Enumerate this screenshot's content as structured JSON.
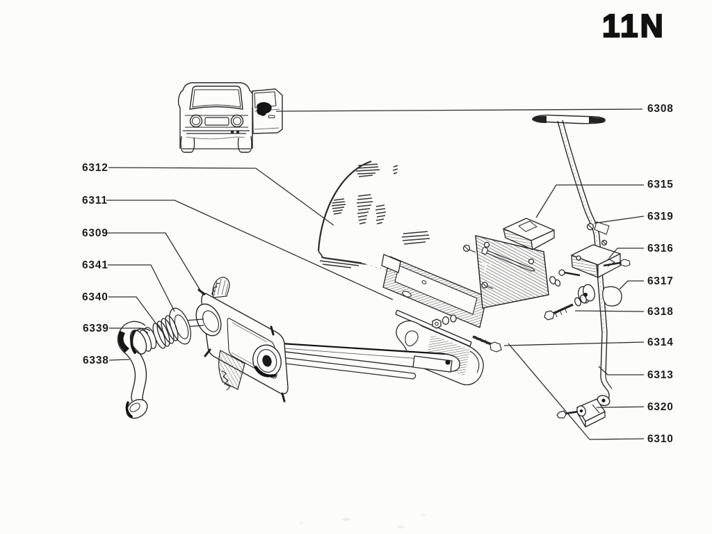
{
  "page": {
    "code": "11N",
    "background_color": "#fcfcfb",
    "ink_color": "#1f1f1f"
  },
  "figure": {
    "alt": "Exploded parts diagram of a door window: glass, lower channels, window regulator with crank handle and washers, vertical guide rail with clamps, rollers and bolts; small front view of the car with open door at top left",
    "callouts": {
      "left": [
        {
          "part": "6312"
        },
        {
          "part": "6311"
        },
        {
          "part": "6309"
        },
        {
          "part": "6341"
        },
        {
          "part": "6340"
        },
        {
          "part": "6339"
        },
        {
          "part": "6338"
        }
      ],
      "right": [
        {
          "part": "6308"
        },
        {
          "part": "6315"
        },
        {
          "part": "6319"
        },
        {
          "part": "6316"
        },
        {
          "part": "6317"
        },
        {
          "part": "6318"
        },
        {
          "part": "6314"
        },
        {
          "part": "6313"
        },
        {
          "part": "6320"
        },
        {
          "part": "6310"
        }
      ]
    }
  }
}
